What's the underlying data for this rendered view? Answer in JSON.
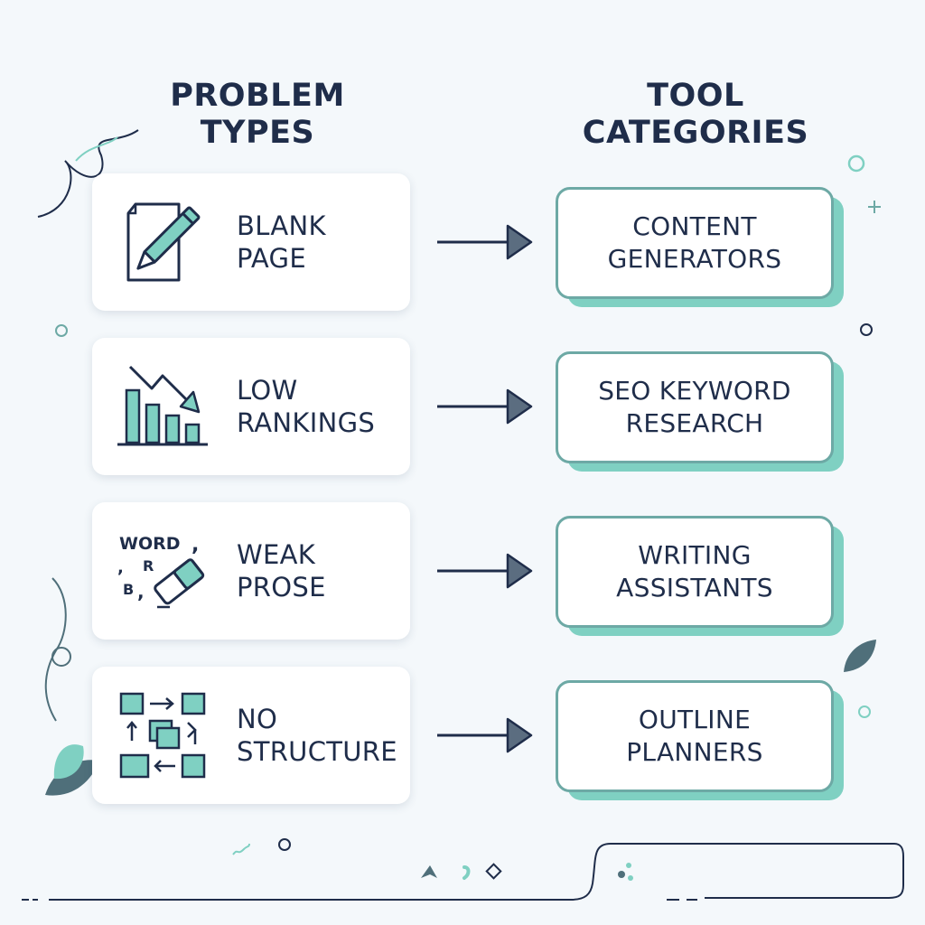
{
  "headings": {
    "problems": [
      "PROBLEM",
      "TYPES"
    ],
    "tools": [
      "TOOL",
      "CATEGORIES"
    ]
  },
  "rows": [
    {
      "problem": [
        "BLANK",
        "PAGE"
      ],
      "problem_icon": "pencil-document-icon",
      "tool": [
        "CONTENT",
        "GENERATORS"
      ]
    },
    {
      "problem": [
        "LOW",
        "RANKINGS"
      ],
      "problem_icon": "declining-bar-chart-icon",
      "tool": [
        "SEO KEYWORD",
        "RESEARCH"
      ]
    },
    {
      "problem": [
        "WEAK",
        "PROSE"
      ],
      "problem_icon": "word-eraser-icon",
      "tool": [
        "WRITING",
        "ASSISTANTS"
      ]
    },
    {
      "problem": [
        "NO",
        "STRUCTURE"
      ],
      "problem_icon": "scattered-blocks-icon",
      "tool": [
        "OUTLINE",
        "PLANNERS"
      ]
    }
  ],
  "icon_text": {
    "word": "WORD",
    "r": "R",
    "b": "B"
  },
  "colors": {
    "navy": "#1f2d4a",
    "teal": "#7fd0c2",
    "teal_border": "#6da9a5",
    "arrow": "#5b6d80",
    "background": "#f4f8fb"
  }
}
